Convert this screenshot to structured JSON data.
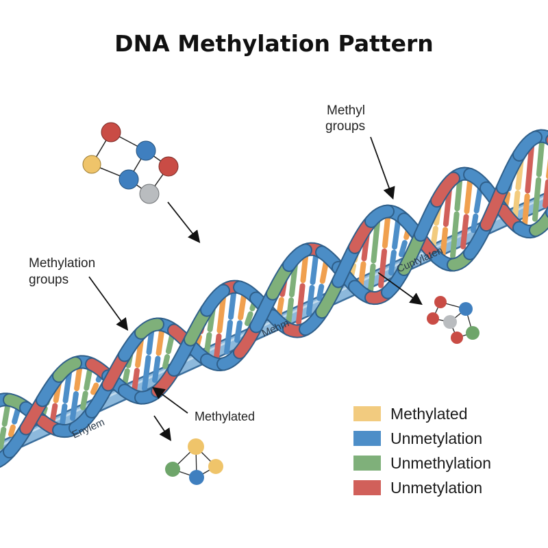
{
  "title": "DNA Methylation Pattern",
  "annotations": {
    "methyl_groups_line1": "Methyl",
    "methyl_groups_line2": "groups",
    "methylation_groups_line1": "Methylation",
    "methylation_groups_line2": "groups",
    "methylated": "Methylated"
  },
  "backbone_labels": {
    "left": "Enylem",
    "middle": "Mehm",
    "right": "Cuntylaten"
  },
  "legend": [
    {
      "label": "Methylated",
      "color": "#f2cb7f"
    },
    {
      "label": "Unmetylation",
      "color": "#4d8ec8"
    },
    {
      "label": "Unmethylation",
      "color": "#7fb07a"
    },
    {
      "label": "Unmetylation",
      "color": "#d1605a"
    }
  ],
  "colors": {
    "strand_blue": "#4b8dc6",
    "strand_light": "#8db9dc",
    "base_orange": "#f0a04f",
    "base_yellow": "#f2cb7f",
    "base_green": "#7fb07a",
    "base_red": "#d1605a",
    "base_blue": "#4d8ec8",
    "atom_grey": "#b9bcbf"
  },
  "molecules": [
    {
      "name": "molecule-top-left",
      "atoms": [
        "red",
        "blue",
        "red",
        "yellow",
        "blue",
        "grey"
      ]
    },
    {
      "name": "molecule-right",
      "atoms": [
        "red",
        "blue",
        "red",
        "grey",
        "red",
        "green"
      ]
    },
    {
      "name": "molecule-bottom",
      "atoms": [
        "yellow",
        "green",
        "blue",
        "yellow"
      ]
    }
  ]
}
